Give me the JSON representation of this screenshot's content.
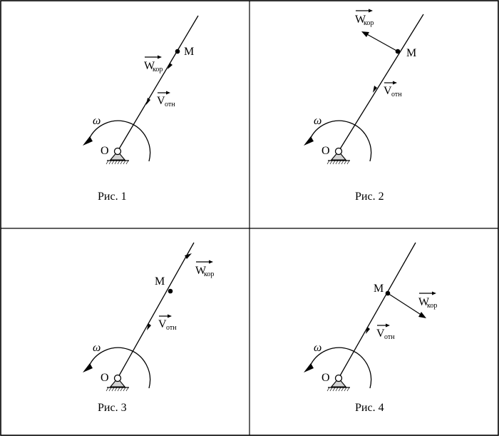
{
  "labels": {
    "point": "M",
    "pivot": "O",
    "omega": "ω",
    "w_main": "W",
    "w_sub": "кор",
    "v_main": "V",
    "v_sub": "отн"
  },
  "panels": [
    {
      "caption": "Рис. 1",
      "w_direction": "down the rod toward O"
    },
    {
      "caption": "Рис. 2",
      "w_direction": "up-left, perpendicular to rod"
    },
    {
      "caption": "Рис. 3",
      "w_direction": "up the rod away from O"
    },
    {
      "caption": "Рис. 4",
      "w_direction": "down-right, perpendicular to rod"
    }
  ]
}
